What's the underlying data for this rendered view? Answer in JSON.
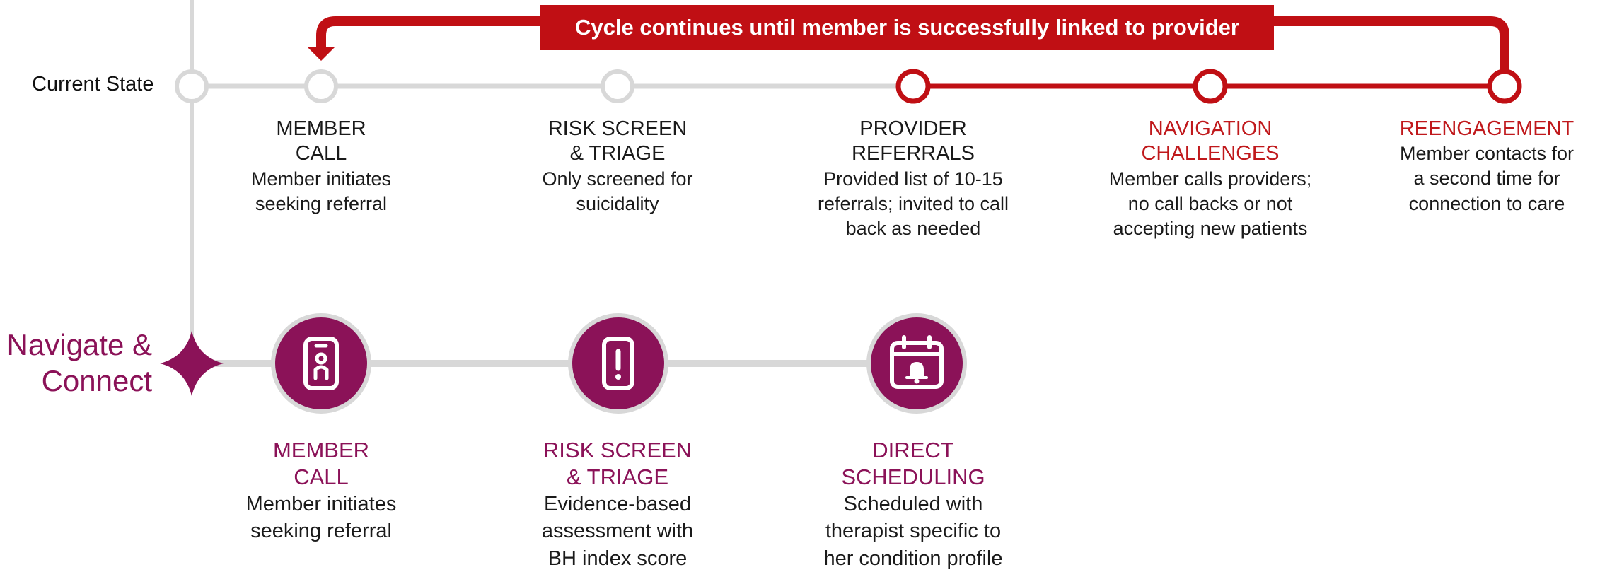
{
  "banner": {
    "text": "Cycle continues until member is successfully linked to provider"
  },
  "current_state": {
    "label": "Current State",
    "steps": [
      {
        "title_lines": [
          "MEMBER",
          "CALL"
        ],
        "desc_lines": [
          "Member initiates",
          "seeking referral"
        ],
        "status": "neutral"
      },
      {
        "title_lines": [
          "RISK SCREEN",
          "& TRIAGE"
        ],
        "desc_lines": [
          "Only screened for",
          "suicidality"
        ],
        "status": "neutral"
      },
      {
        "title_lines": [
          "PROVIDER",
          "REFERRALS"
        ],
        "desc_lines": [
          "Provided list of 10-15",
          "referrals; invited to call",
          "back as needed"
        ],
        "status": "problem"
      },
      {
        "title_lines": [
          "NAVIGATION",
          "CHALLENGES"
        ],
        "desc_lines": [
          "Member calls providers;",
          "no call backs or not",
          "accepting new patients"
        ],
        "status": "problem"
      },
      {
        "title_lines": [
          "REENGAGEMENT"
        ],
        "desc_lines": [
          "Member contacts for",
          "a second time for",
          "connection to care"
        ],
        "status": "problem"
      }
    ]
  },
  "navigate_connect": {
    "label_lines": [
      "Navigate &",
      "Connect"
    ],
    "steps": [
      {
        "icon": "phone-person-icon",
        "title_lines": [
          "MEMBER",
          "CALL"
        ],
        "desc_lines": [
          "Member initiates",
          "seeking referral"
        ]
      },
      {
        "icon": "phone-alert-icon",
        "title_lines": [
          "RISK SCREEN",
          "& TRIAGE"
        ],
        "desc_lines": [
          "Evidence-based",
          "assessment with",
          "BH index score"
        ]
      },
      {
        "icon": "calendar-bell-icon",
        "title_lines": [
          "DIRECT",
          "SCHEDULING"
        ],
        "desc_lines": [
          "Scheduled with",
          "therapist specific to",
          "her condition profile"
        ]
      }
    ]
  },
  "colors": {
    "grey_line": "#d8d8d8",
    "red": "#c0191c",
    "purple": "#8b1258",
    "text": "#1a1a1a"
  }
}
